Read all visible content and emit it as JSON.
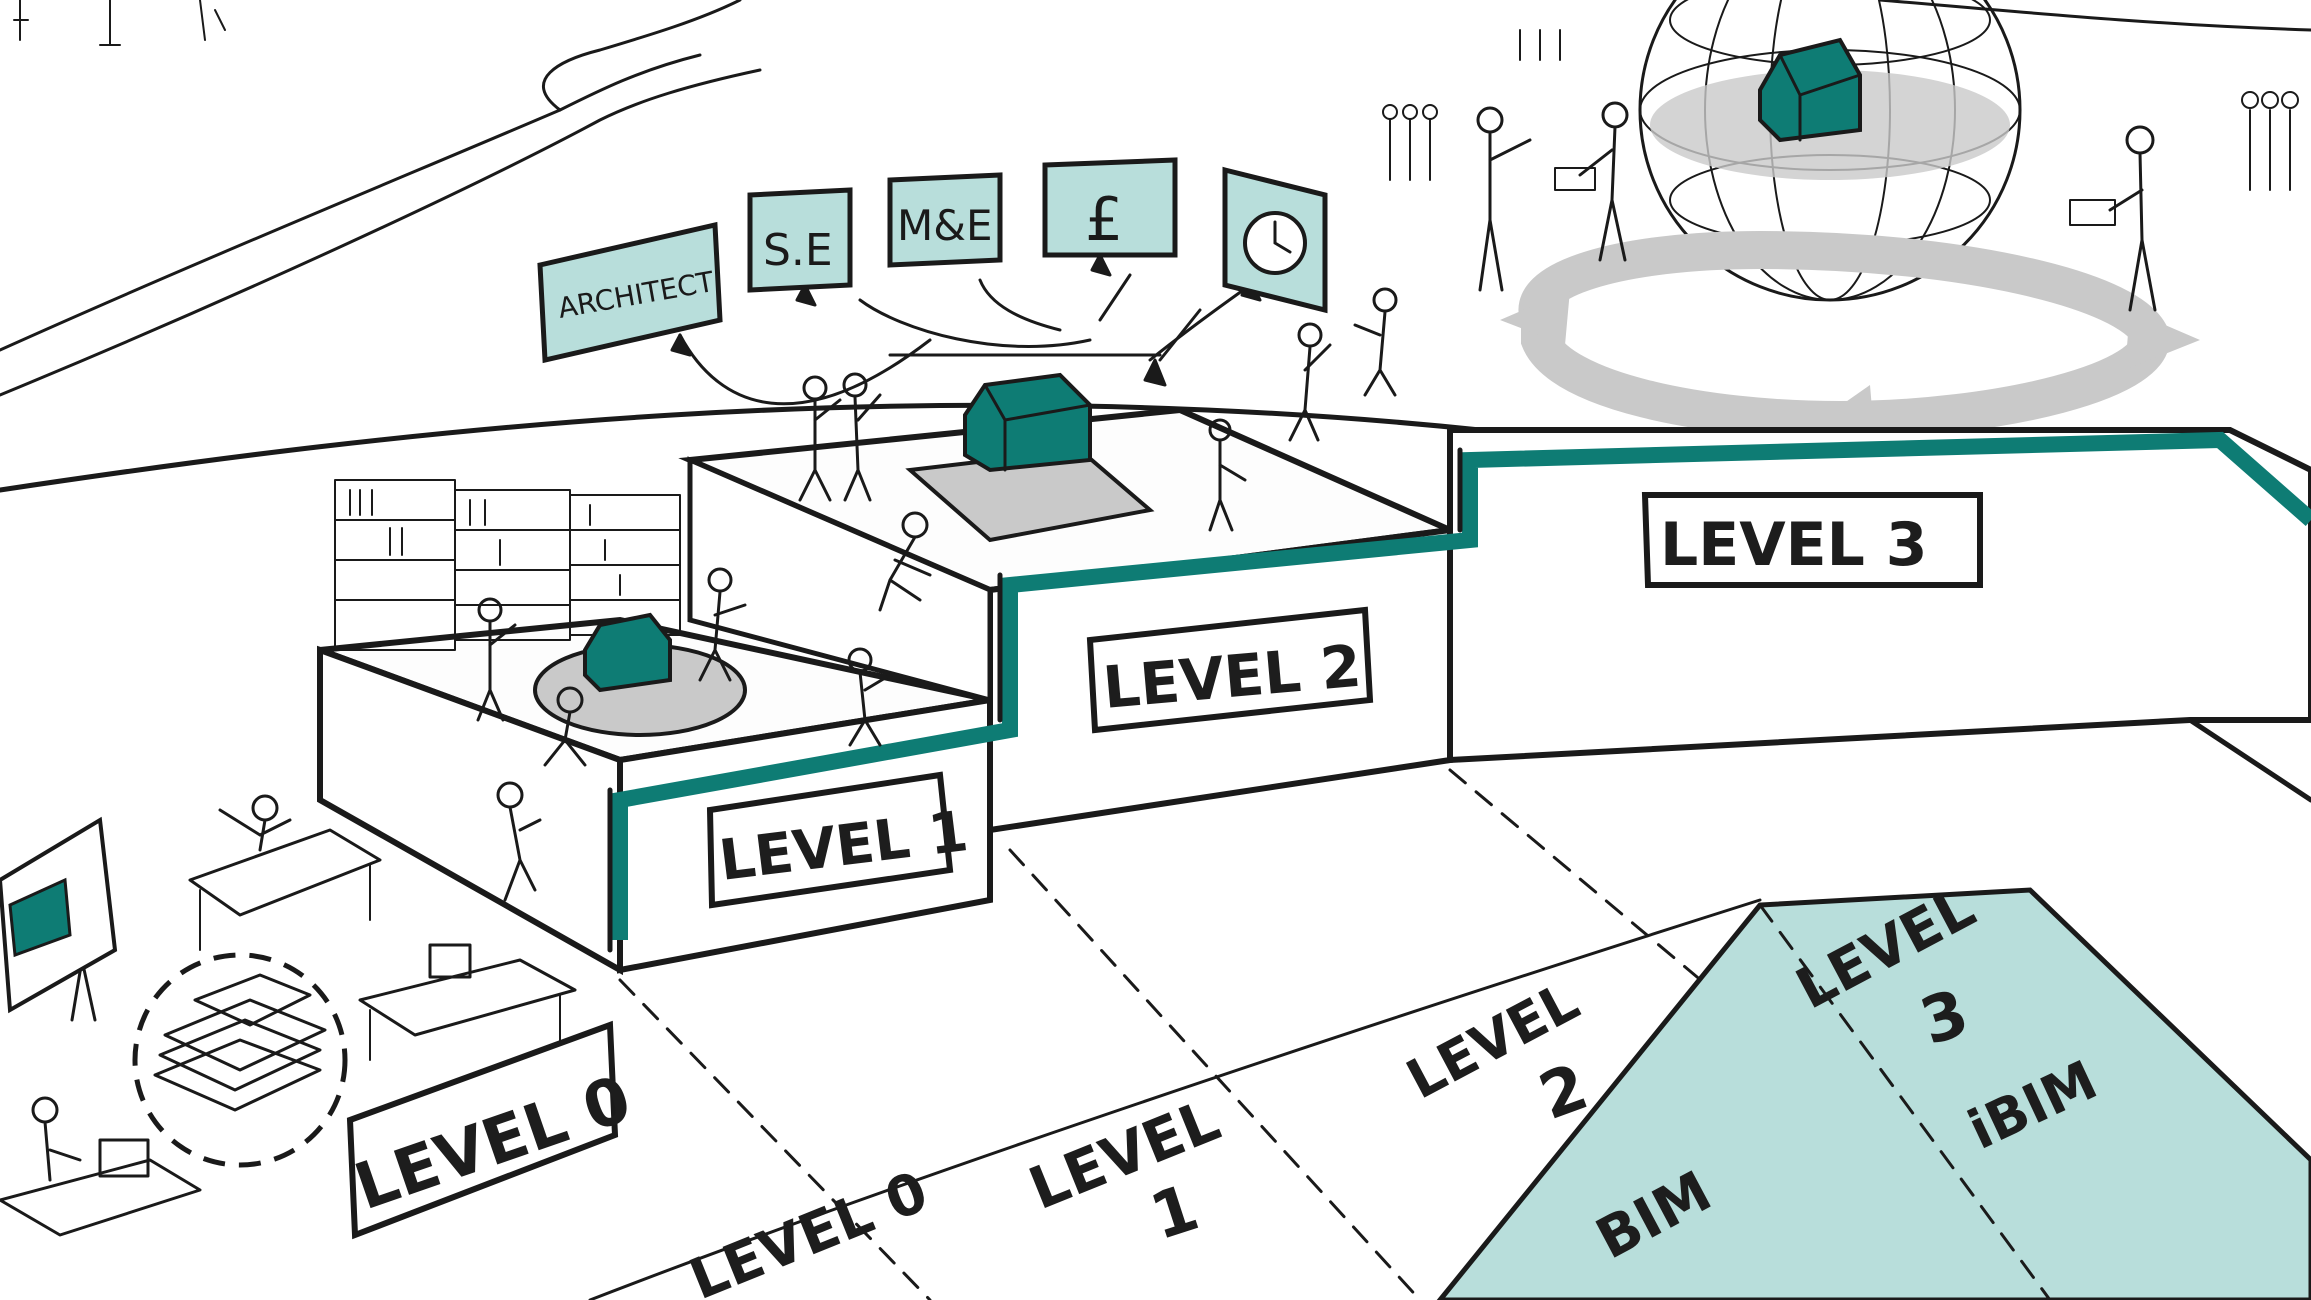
{
  "colors": {
    "teal": "#0e7c74",
    "teal_light": "#b8dedb",
    "grey": "#c9c9c9",
    "ink": "#1a1a1a"
  },
  "stairs": {
    "level1": "LEVEL 1",
    "level2": "LEVEL 2",
    "level3": "LEVEL 3"
  },
  "level0_sign": "LEVEL 0",
  "floor": {
    "level0": "LEVEL 0",
    "level1_word": "LEVEL",
    "level1_num": "1",
    "level2_word": "LEVEL",
    "level2_num": "2",
    "level3_word": "LEVEL",
    "level3_num": "3",
    "bim": "BIM",
    "ibim": "iBIM"
  },
  "discipline_signs": [
    {
      "label": "ARCHITECT",
      "icon": "text"
    },
    {
      "label": "S.E",
      "icon": "text"
    },
    {
      "label": "M&E",
      "icon": "text"
    },
    {
      "label": "£",
      "icon": "text"
    },
    {
      "label": "",
      "icon": "clock-icon"
    }
  ]
}
